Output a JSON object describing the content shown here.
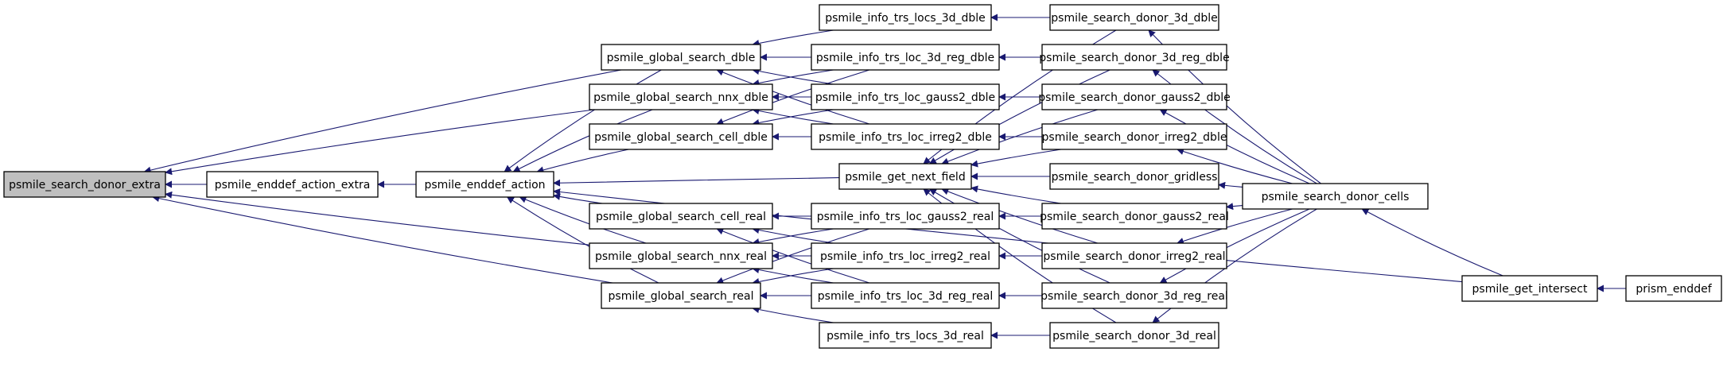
{
  "diagram": {
    "type": "call-graph",
    "focus_node": "n_extra",
    "colors": {
      "edge": "#191970",
      "arrowhead": "#191970",
      "node_border": "#000000",
      "focus_fill": "#bfbfbf",
      "node_fill": "#ffffff",
      "background": "#ffffff"
    },
    "nodes": [
      {
        "id": "n_extra",
        "label": "psmile_search_donor_extra"
      },
      {
        "id": "n_enddef_extra",
        "label": "psmile_enddef_action_extra"
      },
      {
        "id": "n_enddef_action",
        "label": "psmile_enddef_action"
      },
      {
        "id": "n_gs_dble",
        "label": "psmile_global_search_dble"
      },
      {
        "id": "n_gs_nnx_dble",
        "label": "psmile_global_search_nnx_dble"
      },
      {
        "id": "n_gs_cell_dble",
        "label": "psmile_global_search_cell_dble"
      },
      {
        "id": "n_gs_cell_real",
        "label": "psmile_global_search_cell_real"
      },
      {
        "id": "n_gs_nnx_real",
        "label": "psmile_global_search_nnx_real"
      },
      {
        "id": "n_gs_real",
        "label": "psmile_global_search_real"
      },
      {
        "id": "n_locs3d_dble",
        "label": "psmile_info_trs_locs_3d_dble"
      },
      {
        "id": "n_loc3dreg_dble",
        "label": "psmile_info_trs_loc_3d_reg_dble"
      },
      {
        "id": "n_locgauss2_dble",
        "label": "psmile_info_trs_loc_gauss2_dble"
      },
      {
        "id": "n_locirreg2_dble",
        "label": "psmile_info_trs_loc_irreg2_dble"
      },
      {
        "id": "n_next_field",
        "label": "psmile_get_next_field"
      },
      {
        "id": "n_locgauss2_real",
        "label": "psmile_info_trs_loc_gauss2_real"
      },
      {
        "id": "n_locirreg2_real",
        "label": "psmile_info_trs_loc_irreg2_real"
      },
      {
        "id": "n_loc3dreg_real",
        "label": "psmile_info_trs_loc_3d_reg_real"
      },
      {
        "id": "n_locs3d_real",
        "label": "psmile_info_trs_locs_3d_real"
      },
      {
        "id": "n_sd_3d_dble",
        "label": "psmile_search_donor_3d_dble"
      },
      {
        "id": "n_sd_3dreg_dble",
        "label": "psmile_search_donor_3d_reg_dble"
      },
      {
        "id": "n_sd_gauss2_dble",
        "label": "psmile_search_donor_gauss2_dble"
      },
      {
        "id": "n_sd_irreg2_dble",
        "label": "psmile_search_donor_irreg2_dble"
      },
      {
        "id": "n_sd_gridless",
        "label": "psmile_search_donor_gridless"
      },
      {
        "id": "n_sd_gauss2_real",
        "label": "psmile_search_donor_gauss2_real"
      },
      {
        "id": "n_sd_irreg2_real",
        "label": "psmile_search_donor_irreg2_real"
      },
      {
        "id": "n_sd_3dreg_real",
        "label": "psmile_search_donor_3d_reg_real"
      },
      {
        "id": "n_sd_3d_real",
        "label": "psmile_search_donor_3d_real"
      },
      {
        "id": "n_sd_cells",
        "label": "psmile_search_donor_cells"
      },
      {
        "id": "n_get_intersect",
        "label": "psmile_get_intersect"
      },
      {
        "id": "n_prism_enddef",
        "label": "prism_enddef"
      }
    ],
    "edges": [
      {
        "from": "n_enddef_extra",
        "to": "n_extra"
      },
      {
        "from": "n_gs_dble",
        "to": "n_extra"
      },
      {
        "from": "n_gs_nnx_dble",
        "to": "n_extra"
      },
      {
        "from": "n_gs_nnx_real",
        "to": "n_extra"
      },
      {
        "from": "n_gs_real",
        "to": "n_extra"
      },
      {
        "from": "n_enddef_action",
        "to": "n_enddef_extra"
      },
      {
        "from": "n_gs_dble",
        "to": "n_enddef_action"
      },
      {
        "from": "n_gs_nnx_dble",
        "to": "n_enddef_action"
      },
      {
        "from": "n_gs_cell_dble",
        "to": "n_enddef_action"
      },
      {
        "from": "n_next_field",
        "to": "n_enddef_action"
      },
      {
        "from": "n_gs_cell_real",
        "to": "n_enddef_action"
      },
      {
        "from": "n_gs_nnx_real",
        "to": "n_enddef_action"
      },
      {
        "from": "n_gs_real",
        "to": "n_enddef_action"
      },
      {
        "from": "n_get_intersect",
        "to": "n_enddef_action"
      },
      {
        "from": "n_locs3d_dble",
        "to": "n_gs_dble"
      },
      {
        "from": "n_loc3dreg_dble",
        "to": "n_gs_dble"
      },
      {
        "from": "n_locgauss2_dble",
        "to": "n_gs_dble"
      },
      {
        "from": "n_locirreg2_dble",
        "to": "n_gs_dble"
      },
      {
        "from": "n_loc3dreg_dble",
        "to": "n_gs_nnx_dble"
      },
      {
        "from": "n_locgauss2_dble",
        "to": "n_gs_nnx_dble"
      },
      {
        "from": "n_locirreg2_dble",
        "to": "n_gs_nnx_dble"
      },
      {
        "from": "n_loc3dreg_dble",
        "to": "n_gs_cell_dble"
      },
      {
        "from": "n_locgauss2_dble",
        "to": "n_gs_cell_dble"
      },
      {
        "from": "n_locirreg2_dble",
        "to": "n_gs_cell_dble"
      },
      {
        "from": "n_locgauss2_real",
        "to": "n_gs_cell_real"
      },
      {
        "from": "n_locirreg2_real",
        "to": "n_gs_cell_real"
      },
      {
        "from": "n_loc3dreg_real",
        "to": "n_gs_cell_real"
      },
      {
        "from": "n_locgauss2_real",
        "to": "n_gs_nnx_real"
      },
      {
        "from": "n_locirreg2_real",
        "to": "n_gs_nnx_real"
      },
      {
        "from": "n_loc3dreg_real",
        "to": "n_gs_nnx_real"
      },
      {
        "from": "n_locgauss2_real",
        "to": "n_gs_real"
      },
      {
        "from": "n_locirreg2_real",
        "to": "n_gs_real"
      },
      {
        "from": "n_loc3dreg_real",
        "to": "n_gs_real"
      },
      {
        "from": "n_locs3d_real",
        "to": "n_gs_real"
      },
      {
        "from": "n_sd_3d_dble",
        "to": "n_locs3d_dble"
      },
      {
        "from": "n_sd_3dreg_dble",
        "to": "n_loc3dreg_dble"
      },
      {
        "from": "n_sd_gauss2_dble",
        "to": "n_locgauss2_dble"
      },
      {
        "from": "n_sd_irreg2_dble",
        "to": "n_locirreg2_dble"
      },
      {
        "from": "n_sd_gauss2_real",
        "to": "n_locgauss2_real"
      },
      {
        "from": "n_sd_irreg2_real",
        "to": "n_locirreg2_real"
      },
      {
        "from": "n_sd_3dreg_real",
        "to": "n_loc3dreg_real"
      },
      {
        "from": "n_sd_3d_real",
        "to": "n_locs3d_real"
      },
      {
        "from": "n_sd_3d_dble",
        "to": "n_next_field"
      },
      {
        "from": "n_sd_3dreg_dble",
        "to": "n_next_field"
      },
      {
        "from": "n_sd_gauss2_dble",
        "to": "n_next_field"
      },
      {
        "from": "n_sd_irreg2_dble",
        "to": "n_next_field"
      },
      {
        "from": "n_sd_gridless",
        "to": "n_next_field"
      },
      {
        "from": "n_sd_gauss2_real",
        "to": "n_next_field"
      },
      {
        "from": "n_sd_irreg2_real",
        "to": "n_next_field"
      },
      {
        "from": "n_sd_3dreg_real",
        "to": "n_next_field"
      },
      {
        "from": "n_sd_3d_real",
        "to": "n_next_field"
      },
      {
        "from": "n_sd_cells",
        "to": "n_sd_3d_dble"
      },
      {
        "from": "n_sd_cells",
        "to": "n_sd_3dreg_dble"
      },
      {
        "from": "n_sd_cells",
        "to": "n_sd_gauss2_dble"
      },
      {
        "from": "n_sd_cells",
        "to": "n_sd_irreg2_dble"
      },
      {
        "from": "n_sd_cells",
        "to": "n_sd_gridless"
      },
      {
        "from": "n_sd_cells",
        "to": "n_sd_gauss2_real"
      },
      {
        "from": "n_sd_cells",
        "to": "n_sd_irreg2_real"
      },
      {
        "from": "n_sd_cells",
        "to": "n_sd_3dreg_real"
      },
      {
        "from": "n_sd_cells",
        "to": "n_sd_3d_real"
      },
      {
        "from": "n_get_intersect",
        "to": "n_sd_cells"
      },
      {
        "from": "n_prism_enddef",
        "to": "n_get_intersect"
      }
    ]
  }
}
